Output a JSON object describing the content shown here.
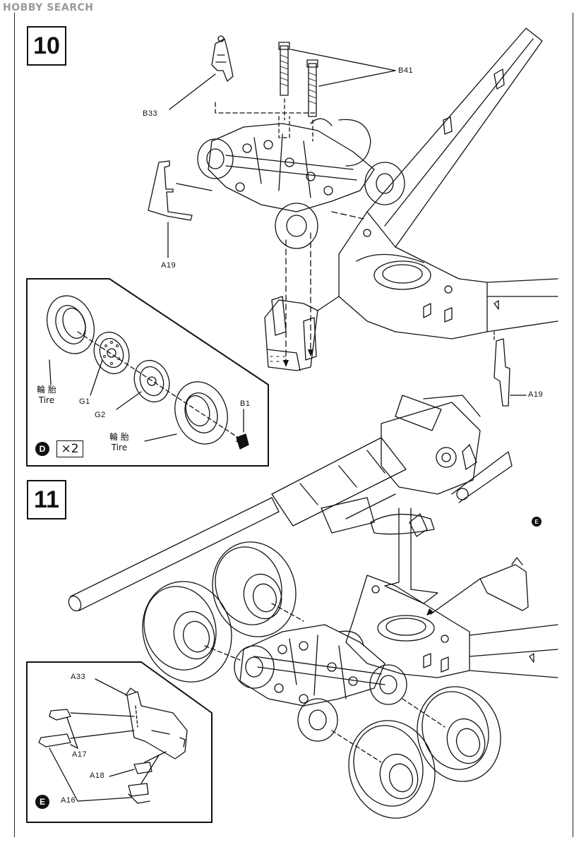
{
  "watermark": "HOBBY SEARCH",
  "steps": {
    "step10": "10",
    "step11": "11"
  },
  "parts": {
    "b41": "B41",
    "b33": "B33",
    "a19_left": "A19",
    "a19_right": "A19",
    "g1": "G1",
    "g2": "G2",
    "b1": "B1",
    "a33": "A33",
    "a17": "A17",
    "a18": "A18",
    "a16": "A16"
  },
  "tire_labels": {
    "tire1_jp": "輪 胎",
    "tire1_en": "Tire",
    "tire2_jp": "輪 胎",
    "tire2_en": "Tire"
  },
  "subassemblies": {
    "d_letter": "D",
    "d_quantity": "×2",
    "e_letter": "E",
    "e_marker": "E"
  }
}
